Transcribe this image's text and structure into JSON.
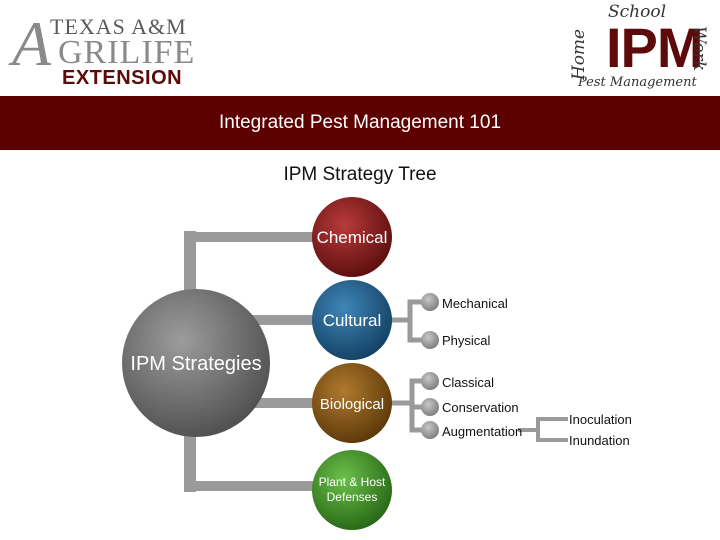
{
  "header": {
    "logo_left": {
      "line1": "TEXAS A&M",
      "line2_initial": "A",
      "line2_rest": "GRILIFE",
      "line3": "EXTENSION"
    },
    "logo_right": {
      "main": "IPM",
      "top": "School",
      "left": "Home",
      "right": "Work",
      "bottom": "Pest Management"
    }
  },
  "banner": {
    "title": "Integrated Pest Management 101"
  },
  "subtitle": "IPM Strategy Tree",
  "diagram": {
    "root": "IPM Strategies",
    "branches": [
      {
        "label": "Chemical",
        "color": "#8b1a1a",
        "leaves": []
      },
      {
        "label": "Cultural",
        "color": "#1f5f8b",
        "leaves": [
          "Mechanical",
          "Physical"
        ]
      },
      {
        "label": "Biological",
        "color": "#8a5a1a",
        "leaves": [
          "Classical",
          "Conservation",
          "Augmentation"
        ]
      },
      {
        "label_lines": [
          "Plant & Host",
          "Defenses"
        ],
        "color": "#3e8f2a",
        "leaves": []
      }
    ],
    "augmentation_children": [
      "Inoculation",
      "Inundation"
    ],
    "colors": {
      "connector": "#9a9a9a",
      "root": "#666666",
      "leaf_dot": "#9a9a9a"
    }
  }
}
